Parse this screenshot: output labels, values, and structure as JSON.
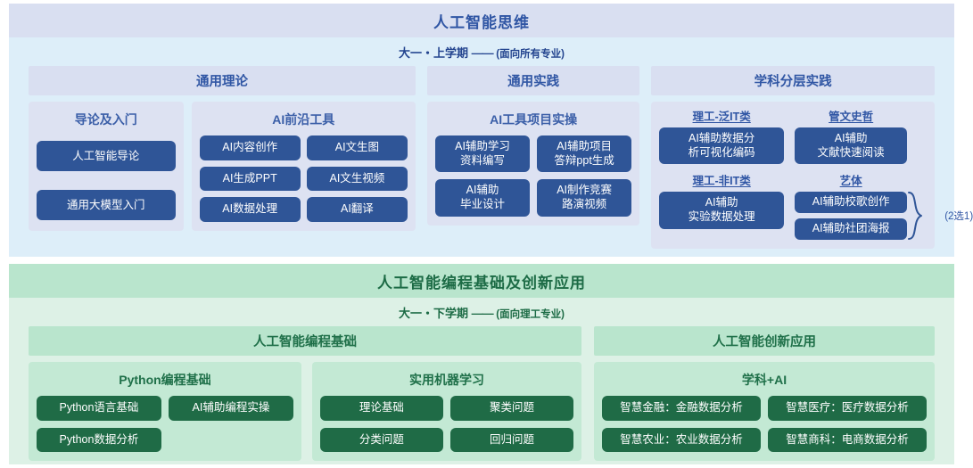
{
  "sections": [
    {
      "id": "ai-thinking",
      "title": "人工智能思维",
      "subtitle_main": "大一・上学期",
      "subtitle_dash": "——",
      "subtitle_paren": "(面向所有专业)",
      "columns": [
        {
          "header": "通用理论",
          "groups": [
            {
              "title": "导论及入门",
              "layout": "one-col",
              "items": [
                "人工智能导论",
                "通用大模型入门"
              ]
            },
            {
              "title": "AI前沿工具",
              "layout": "two-col",
              "items": [
                "AI内容创作",
                "AI文生图",
                "AI生成PPT",
                "AI文生视频",
                "AI数据处理",
                "AI翻译"
              ]
            }
          ]
        },
        {
          "header": "通用实践",
          "groups": [
            {
              "title": "AI工具项目实操",
              "layout": "two-col-multiline",
              "items": [
                [
                  "AI辅助学习",
                  "资料编写"
                ],
                [
                  "AI辅助项目",
                  "答辩ppt生成"
                ],
                [
                  "AI辅助",
                  "毕业设计"
                ],
                [
                  "AI制作竞赛",
                  "路演视频"
                ]
              ]
            }
          ]
        },
        {
          "header": "学科分层实践",
          "subgroups": [
            {
              "label": "理工-泛IT类",
              "items": [
                [
                  "AI辅助数据分",
                  "析可视化编码"
                ]
              ],
              "note": ""
            },
            {
              "label": "管文史哲",
              "items": [
                [
                  "AI辅助",
                  "文献快速阅读"
                ]
              ],
              "note": ""
            },
            {
              "label": "理工-非IT类",
              "items": [
                [
                  "AI辅助",
                  "实验数据处理"
                ]
              ],
              "note": ""
            },
            {
              "label": "艺体",
              "items": [
                [
                  "AI辅助校歌创作"
                ],
                [
                  "AI辅助社团海报"
                ]
              ],
              "note": "(2选1)"
            }
          ]
        }
      ]
    },
    {
      "id": "ai-programming",
      "title": "人工智能编程基础及创新应用",
      "subtitle_main": "大一・下学期",
      "subtitle_dash": "——",
      "subtitle_paren": "(面向理工专业)",
      "columns": [
        {
          "header": "人工智能编程基础",
          "groups": [
            {
              "title": "Python编程基础",
              "items": [
                "Python语言基础",
                "AI辅助编程实操",
                "Python数据分析",
                ""
              ]
            },
            {
              "title": "实用机器学习",
              "items": [
                "理论基础",
                "聚类问题",
                "分类问题",
                "回归问题"
              ]
            }
          ]
        },
        {
          "header": "人工智能创新应用",
          "groups": [
            {
              "title": "学科+AI",
              "items": [
                "智慧金融：金融数据分析",
                "智慧医疗：医疗数据分析",
                "智慧农业：农业数据分析",
                "智慧商科：电商数据分析"
              ]
            }
          ]
        }
      ]
    }
  ],
  "colors": {
    "blue_accent": "#2f5597",
    "blue_panel": "#dde2f2",
    "blue_bg": "#ddeef9",
    "green_accent": "#1f6b46",
    "green_panel": "#c3e9d4",
    "green_bg": "#ddf1e6"
  }
}
